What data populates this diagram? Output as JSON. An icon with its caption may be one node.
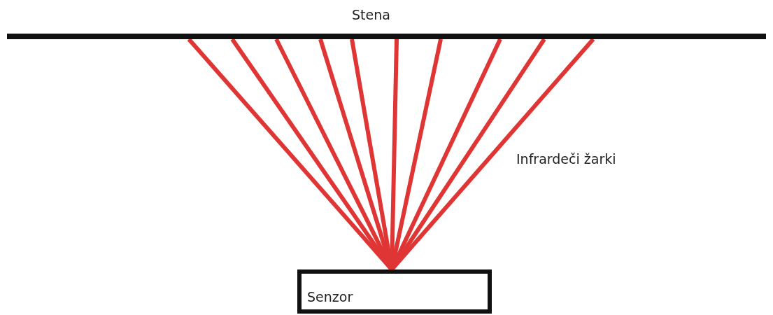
{
  "diagram": {
    "nodes": [
      {
        "text": [
          "Stena"
        ]
      },
      {
        "text": [
          "Senzor"
        ]
      }
    ],
    "edges": [
      {
        "from": 1,
        "to": 0,
        "arrow": "none"
      },
      {
        "from": 1,
        "to": 0,
        "arrow": "none"
      },
      {
        "from": 1,
        "to": 0,
        "arrow": "none"
      },
      {
        "from": 1,
        "to": 0,
        "arrow": "none"
      },
      {
        "from": 1,
        "to": 0,
        "arrow": "none"
      },
      {
        "from": 1,
        "to": 0,
        "arrow": "none"
      },
      {
        "from": 1,
        "to": 0,
        "arrow": "none"
      },
      {
        "from": 1,
        "to": 0,
        "arrow": "none"
      },
      {
        "from": 1,
        "to": 0,
        "arrow": "none"
      },
      {
        "from": 1,
        "to": 0,
        "arrow": "none"
      }
    ],
    "labels": [
      "Infrardeči žarki"
    ]
  }
}
